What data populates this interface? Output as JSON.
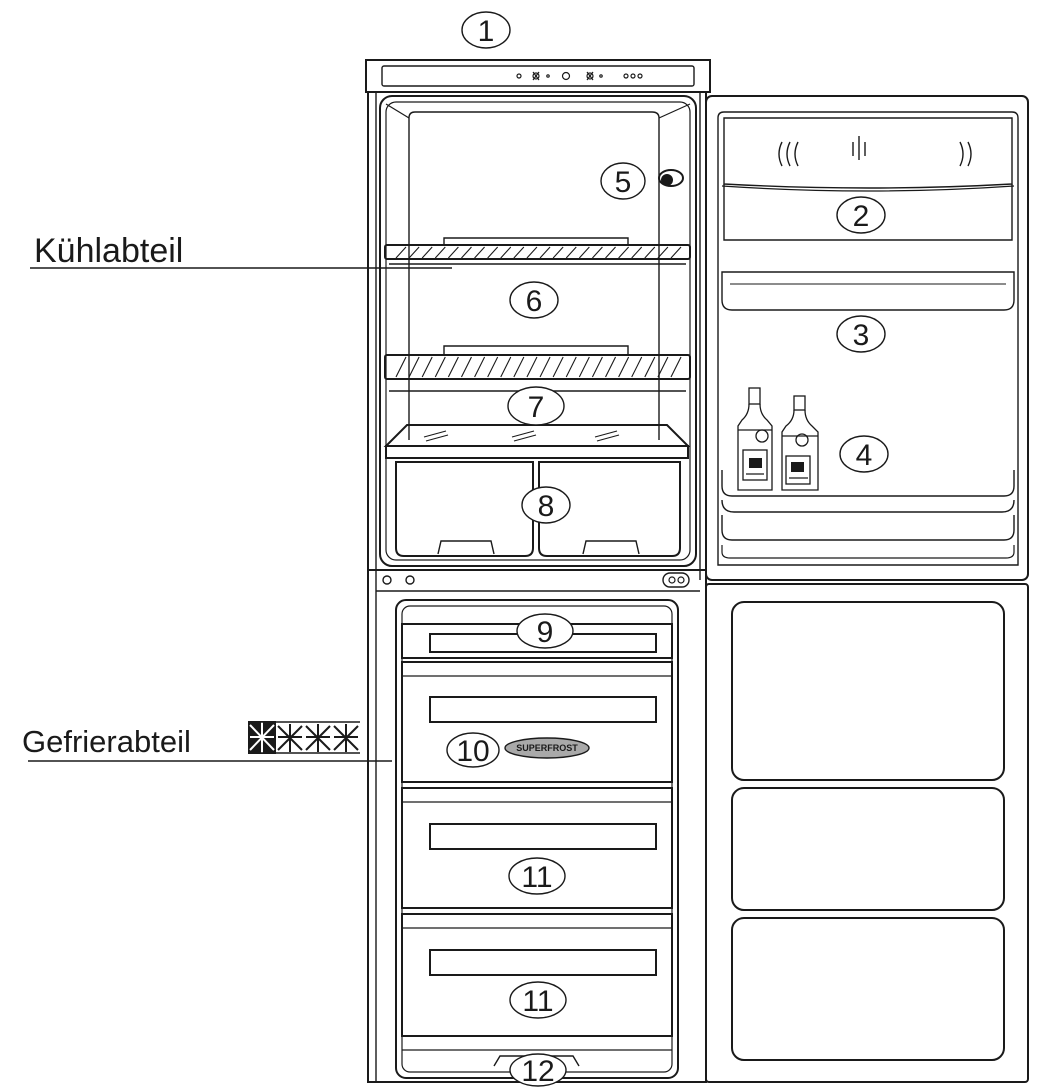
{
  "compartments": {
    "fridge_label": "Kühlabteil",
    "freezer_label": "Gefrierabteil",
    "freezer_stars": 4
  },
  "callouts": [
    "1",
    "2",
    "3",
    "4",
    "5",
    "6",
    "7",
    "8",
    "9",
    "10",
    "11",
    "11",
    "12"
  ],
  "superfrost_badge": "SUPERFROST",
  "colors": {
    "line": "#1a1a1a",
    "background": "#ffffff",
    "badge_fill": "#a9a9a9"
  }
}
